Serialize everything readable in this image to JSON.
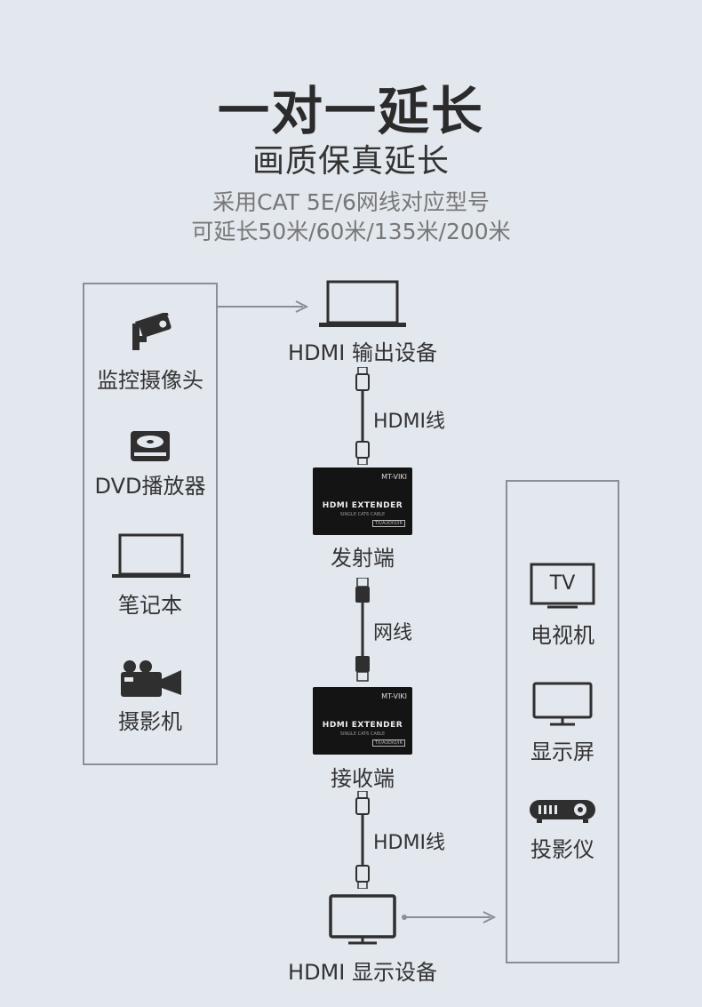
{
  "header": {
    "title": "一对一延长",
    "subtitle": "画质保真延长",
    "desc_line1": "采用CAT 5E/6网线对应型号",
    "desc_line2": "可延长50米/60米/135米/200米"
  },
  "sources": [
    {
      "label": "监控摄像头",
      "icon": "cctv-camera-icon"
    },
    {
      "label": "DVD播放器",
      "icon": "dvd-player-icon"
    },
    {
      "label": "笔记本",
      "icon": "laptop-icon"
    },
    {
      "label": "摄影机",
      "icon": "video-camera-icon"
    }
  ],
  "chain": {
    "output_device": "HDMI 输出设备",
    "cable1": "HDMI线",
    "transmitter": "发射端",
    "network_cable": "网线",
    "receiver": "接收端",
    "cable2": "HDMI线",
    "display_device": "HDMI 显示设备"
  },
  "extender_box": {
    "brand": "MT-VIKI",
    "model": "HDMI EXTENDER",
    "sub": "SINGLE CAT6 CABLE",
    "tag": "TX/AUDIO/IR"
  },
  "outputs": [
    {
      "label": "电视机",
      "icon": "tv-icon",
      "icon_text": "TV"
    },
    {
      "label": "显示屏",
      "icon": "monitor-icon"
    },
    {
      "label": "投影仪",
      "icon": "projector-icon"
    }
  ],
  "colors": {
    "background": "#e3e7ee",
    "panel_border": "#8a8f97",
    "icon": "#2f2f2f",
    "arrow": "#8a8f97"
  }
}
